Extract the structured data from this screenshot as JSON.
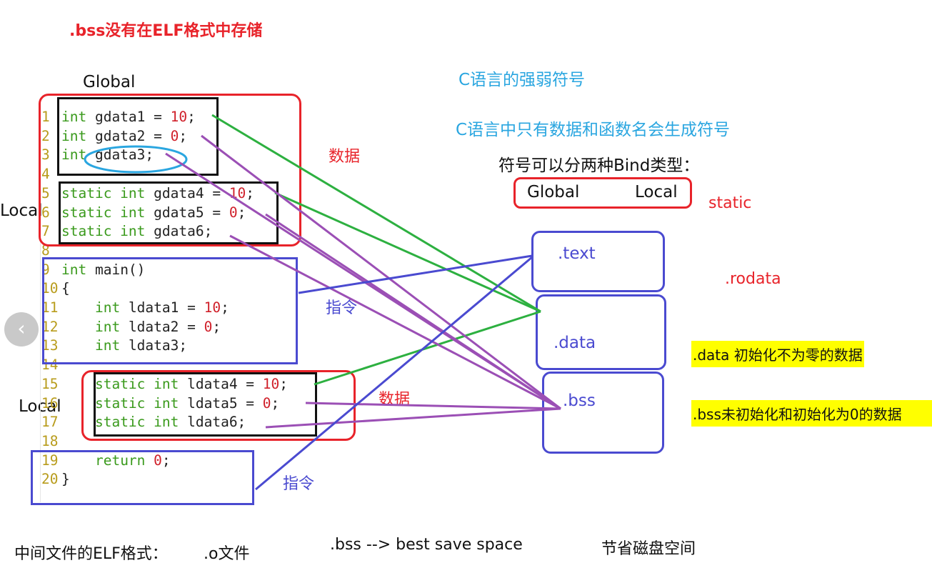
{
  "title": ".bss没有在ELF格式中存储",
  "labels": {
    "global": "Global",
    "local_top": "Local",
    "local_bottom": "Local",
    "data_top": "数据",
    "data_bottom": "数据",
    "instr_top": "指令",
    "instr_bottom": "指令"
  },
  "code": {
    "lines": [
      {
        "n": "1",
        "parts": [
          [
            "kw",
            "int"
          ],
          [
            "id",
            " gdata1 = "
          ],
          [
            "num",
            "10"
          ],
          [
            "id",
            ";"
          ]
        ]
      },
      {
        "n": "2",
        "parts": [
          [
            "kw",
            "int"
          ],
          [
            "id",
            " gdata2 = "
          ],
          [
            "num",
            "0"
          ],
          [
            "id",
            ";"
          ]
        ]
      },
      {
        "n": "3",
        "parts": [
          [
            "kw",
            "int"
          ],
          [
            "id",
            " gdata3;"
          ]
        ]
      },
      {
        "n": "4",
        "parts": []
      },
      {
        "n": "5",
        "parts": [
          [
            "kw",
            "static int"
          ],
          [
            "id",
            " gdata4 = "
          ],
          [
            "num",
            "10"
          ],
          [
            "id",
            ";"
          ]
        ]
      },
      {
        "n": "6",
        "parts": [
          [
            "kw",
            "static int"
          ],
          [
            "id",
            " gdata5 = "
          ],
          [
            "num",
            "0"
          ],
          [
            "id",
            ";"
          ]
        ]
      },
      {
        "n": "7",
        "parts": [
          [
            "kw",
            "static int"
          ],
          [
            "id",
            " gdata6;"
          ]
        ]
      },
      {
        "n": "8",
        "parts": []
      },
      {
        "n": "9",
        "parts": [
          [
            "kw",
            "int"
          ],
          [
            "id",
            " main()"
          ]
        ]
      },
      {
        "n": "10",
        "parts": [
          [
            "id",
            "{"
          ]
        ]
      },
      {
        "n": "11",
        "parts": [
          [
            "id",
            "    "
          ],
          [
            "kw",
            "int"
          ],
          [
            "id",
            " ldata1 = "
          ],
          [
            "num",
            "10"
          ],
          [
            "id",
            ";"
          ]
        ]
      },
      {
        "n": "12",
        "parts": [
          [
            "id",
            "    "
          ],
          [
            "kw",
            "int"
          ],
          [
            "id",
            " ldata2 = "
          ],
          [
            "num",
            "0"
          ],
          [
            "id",
            ";"
          ]
        ]
      },
      {
        "n": "13",
        "parts": [
          [
            "id",
            "    "
          ],
          [
            "kw",
            "int"
          ],
          [
            "id",
            " ldata3;"
          ]
        ]
      },
      {
        "n": "14",
        "parts": []
      },
      {
        "n": "15",
        "parts": [
          [
            "id",
            "    "
          ],
          [
            "kw",
            "static int"
          ],
          [
            "id",
            " ldata4 = "
          ],
          [
            "num",
            "10"
          ],
          [
            "id",
            ";"
          ]
        ]
      },
      {
        "n": "16",
        "parts": [
          [
            "id",
            "    "
          ],
          [
            "kw",
            "static int"
          ],
          [
            "id",
            " ldata5 = "
          ],
          [
            "num",
            "0"
          ],
          [
            "id",
            ";"
          ]
        ]
      },
      {
        "n": "17",
        "parts": [
          [
            "id",
            "    "
          ],
          [
            "kw",
            "static int"
          ],
          [
            "id",
            " ldata6;"
          ]
        ]
      },
      {
        "n": "18",
        "parts": []
      },
      {
        "n": "19",
        "parts": [
          [
            "id",
            "    "
          ],
          [
            "kw",
            "return"
          ],
          [
            "id",
            " "
          ],
          [
            "num",
            "0"
          ],
          [
            "id",
            ";"
          ]
        ]
      },
      {
        "n": "20",
        "parts": [
          [
            "id",
            "}"
          ]
        ]
      }
    ]
  },
  "right": {
    "strong_weak": "C语言的强弱符号",
    "only_symbols": "C语言中只有数据和函数名会生成符号",
    "bind_types": "符号可以分两种Bind类型：",
    "bind_global": "Global",
    "bind_local": "Local",
    "static": "static",
    "rodata": ".rodata"
  },
  "sections": {
    "text": ".text",
    "data": ".data",
    "bss": ".bss"
  },
  "notes": {
    "data_note": ".data 初始化不为零的数据",
    "bss_note": ".bss未初始化和初始化为0的数据"
  },
  "bottom": {
    "elf_format": "中间文件的ELF格式：",
    "o_file": ".o文件",
    "bss_expand": ".bss  -->  best  save  space",
    "save_disk": "节省磁盘空间"
  },
  "nav": {
    "back": "‹"
  },
  "colors": {
    "red": "#e8232a",
    "black": "#111111",
    "purple_blue": "#4a4ad0",
    "green": "#2db040",
    "violet": "#9b4fb5",
    "cyan": "#2aa6e0",
    "yellow": "#ffff00"
  }
}
